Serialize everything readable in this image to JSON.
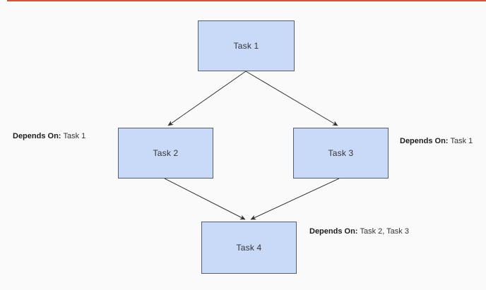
{
  "diagram": {
    "type": "task-dependency-graph",
    "nodes": [
      {
        "id": "task1",
        "label": "Task 1"
      },
      {
        "id": "task2",
        "label": "Task 2"
      },
      {
        "id": "task3",
        "label": "Task 3"
      },
      {
        "id": "task4",
        "label": "Task 4"
      }
    ],
    "edges": [
      {
        "from": "Task 1",
        "to": "Task 2"
      },
      {
        "from": "Task 1",
        "to": "Task 3"
      },
      {
        "from": "Task 2",
        "to": "Task 4"
      },
      {
        "from": "Task 3",
        "to": "Task 4"
      }
    ],
    "dependency_labels": [
      {
        "prefix": "Depends On:",
        "value": "Task 1",
        "attached_to": "Task 2",
        "position": "left-of-node"
      },
      {
        "prefix": "Depends On:",
        "value": "Task 1",
        "attached_to": "Task 3",
        "position": "right-of-node"
      },
      {
        "prefix": "Depends On:",
        "value": "Task 2, Task 3",
        "attached_to": "Task 4",
        "position": "right-of-node"
      }
    ]
  },
  "colors": {
    "background": "#fafafa",
    "node_fill": "#c9daf8",
    "node_border": "#555e69",
    "node_text": "#333333",
    "label_text": "#1c1c1c",
    "edge": "#333333",
    "top_accent": "#e04a3f"
  }
}
